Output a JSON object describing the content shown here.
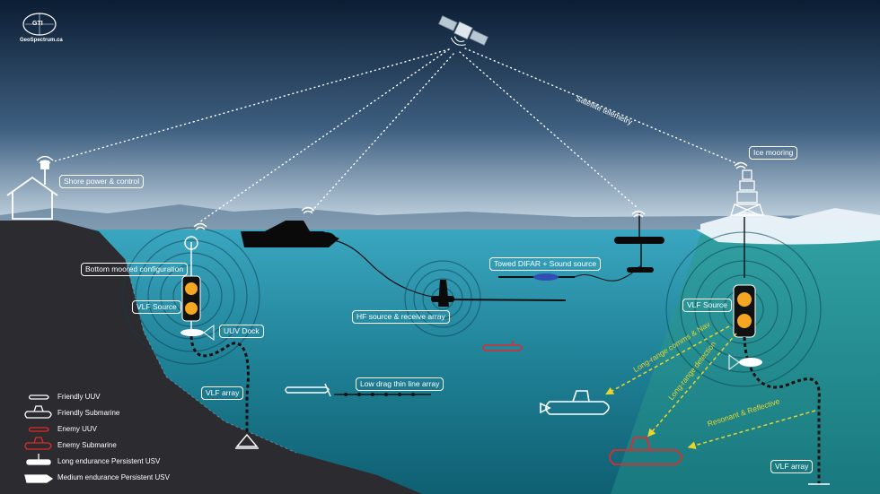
{
  "logo": {
    "mark": "GTI",
    "site": "GeoSpectrum.ca"
  },
  "labels": {
    "shore": "Shore power & control",
    "bottom_moored": "Bottom moored configuration",
    "vlf_source_left": "VLF Source",
    "uuv_dock": "UUV Dock",
    "vlf_array_left": "VLF array",
    "hf_source": "HF source & receive array",
    "towed_difar": "Towed DIFAR + Sound source",
    "low_drag": "Low drag thin line array",
    "ice_mooring": "Ice mooring",
    "vlf_source_right": "VLF Source",
    "vlf_array_right": "VLF array",
    "satellite_telemetry": "Satellite telemetry",
    "long_range_comms": "Long-range comms & Nav",
    "long_range_detection": "Long-range detection",
    "resonant_reflective": "Resonant & Reflective"
  },
  "legend": [
    {
      "label": "Friendly UUV",
      "icon": "friendly-uuv-icon"
    },
    {
      "label": "Friendly Submarine",
      "icon": "friendly-submarine-icon"
    },
    {
      "label": "Enemy UUV",
      "icon": "enemy-uuv-icon"
    },
    {
      "label": "Enemy Submarine",
      "icon": "enemy-submarine-icon"
    },
    {
      "label": "Long endurance Persistent USV",
      "icon": "long-endurance-usv-icon"
    },
    {
      "label": "Medium endurance Persistent USV",
      "icon": "medium-endurance-usv-icon"
    }
  ],
  "colors": {
    "sky_top": "#0b1d33",
    "sky_horizon": "#cfe0ec",
    "sea_surface": "#3aa6c0",
    "sea_deep": "#0f5f72",
    "seabed": "#2a2a2e",
    "source_orange": "#f5a623",
    "enemy_red": "#e02b2b",
    "arrow_yellow": "#e8d42a",
    "ice": "#dfeef5"
  }
}
